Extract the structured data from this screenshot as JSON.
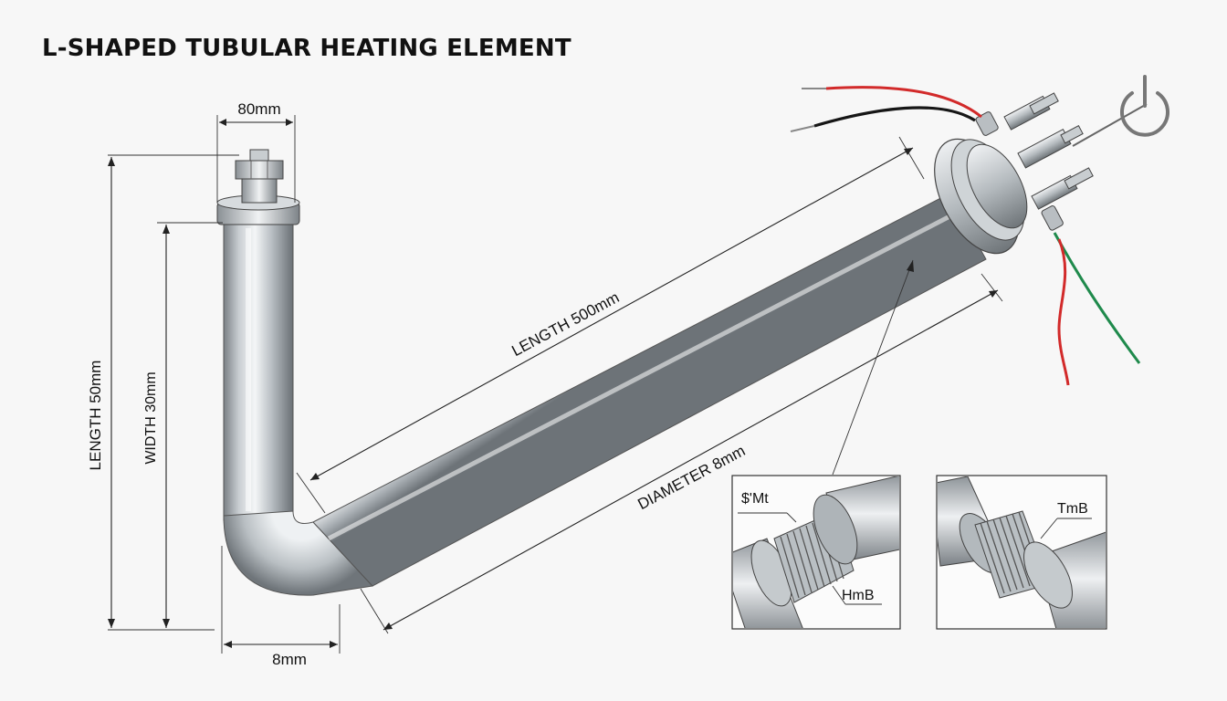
{
  "title": "L-SHAPED TUBULAR HEATING ELEMENT",
  "dimensions": {
    "top_width": "80mm",
    "overall_length": "LENGTH 50mm",
    "width": "WIDTH 30mm",
    "bottom_width": "8mm",
    "long_length": "LENGTH 500mm",
    "diameter": "DIAMETER 8mm"
  },
  "detail_1": {
    "label_top": "$'Mt",
    "label_bottom": "HmB"
  },
  "detail_2": {
    "label_top": "TmB"
  },
  "icons": [
    "power-icon"
  ],
  "colors": {
    "tube_light": "#eef1f3",
    "tube_dark": "#6d7378",
    "wire_red": "#d22a2a",
    "wire_black": "#161616",
    "wire_green": "#1f8a4c"
  }
}
